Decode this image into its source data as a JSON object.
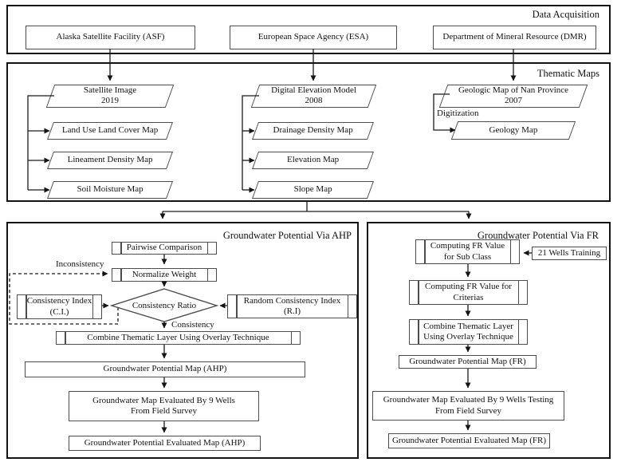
{
  "colors": {
    "line": "#1a1a1a",
    "box_border": "#4d4d4d",
    "frame_border": "#141414",
    "background": "#ffffff",
    "text": "#111111"
  },
  "data_acquisition": {
    "label": "Data Acquisition",
    "sources": [
      "Alaska Satellite Facility (ASF)",
      "European Space Agency (ESA)",
      "Department of Mineral Resource (DMR)"
    ]
  },
  "thematic_maps": {
    "label": "Thematic Maps",
    "satellite": {
      "input": "Satellite Image\n2019",
      "outputs": [
        "Land Use Land Cover Map",
        "Lineament Density Map",
        "Soil Moisture Map"
      ]
    },
    "dem": {
      "input": "Digital Elevation Model\n2008",
      "outputs": [
        "Drainage Density Map",
        "Elevation Map",
        "Slope Map"
      ]
    },
    "geology": {
      "input": "Geologic Map of Nan Province\n2007",
      "edge_label": "Digitization",
      "output": "Geology Map"
    }
  },
  "ahp": {
    "label": "Groundwater Potential Via AHP",
    "pairwise": "Pairwise Comparison",
    "normalize": "Normalize Weight",
    "inconsistency_label": "Inconsistency",
    "consistency_index": "Consistency Index\n(C.I.)",
    "decision": "Consistency Ratio",
    "random_index": "Random Consistency Index\n(R.I)",
    "consistency_label": "Consistency",
    "combine": "Combine Thematic Layer Using Overlay Technique",
    "potential_map": "Groundwater Potential Map (AHP)",
    "evaluated": "Groundwater Map Evaluated By  9  Wells\nFrom Field Survey",
    "evaluated_map": "Groundwater Potential Evaluated Map (AHP)"
  },
  "fr": {
    "label": "Groundwater Potential Via FR",
    "fr_subclass": "Computing FR Value\nfor Sub Class",
    "wells_training": "21 Wells Training",
    "fr_criterias": "Computing FR Value for\nCriterias",
    "combine": "Combine Thematic Layer\nUsing Overlay Technique",
    "potential_map": "Groundwater Potential Map (FR)",
    "evaluated": "Groundwater Map Evaluated By 9 Wells Testing\nFrom Field Survey",
    "evaluated_map": "Groundwater Potential Evaluated Map (FR)"
  }
}
